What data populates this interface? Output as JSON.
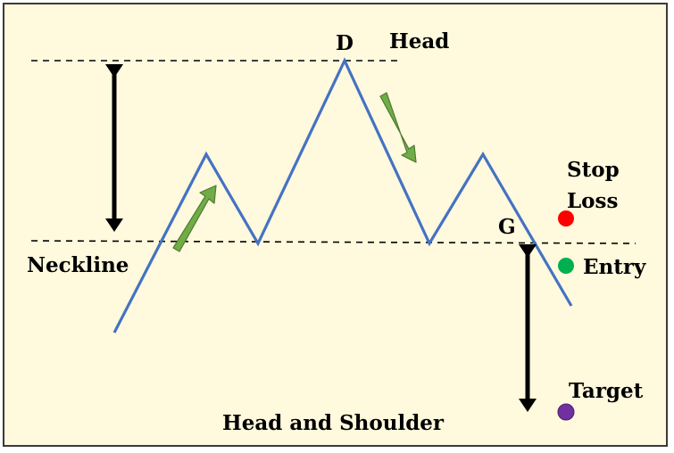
{
  "labels": {
    "peak": "D",
    "peak_name": "Head",
    "neckline": "Neckline",
    "breakout": "G",
    "stop_loss_line1": "Stop",
    "stop_loss_line2": "Loss",
    "entry": "Entry",
    "target": "Target",
    "title": "Head and Shoulder"
  },
  "colors": {
    "background": "#fff9dd",
    "border": "#3a3a3a",
    "price_line": "#4472c4",
    "trend_arrow": "#70ad47",
    "measure_arrow": "#000000",
    "stop_loss_dot": "#ff0000",
    "entry_dot": "#00b050",
    "target_dot": "#7030a0",
    "guide_line": "#000000"
  },
  "icons": {
    "trend_arrows": "green-diagonal-arrow",
    "measure_arrows": "black-double-arrow",
    "markers": "colored-dot"
  }
}
